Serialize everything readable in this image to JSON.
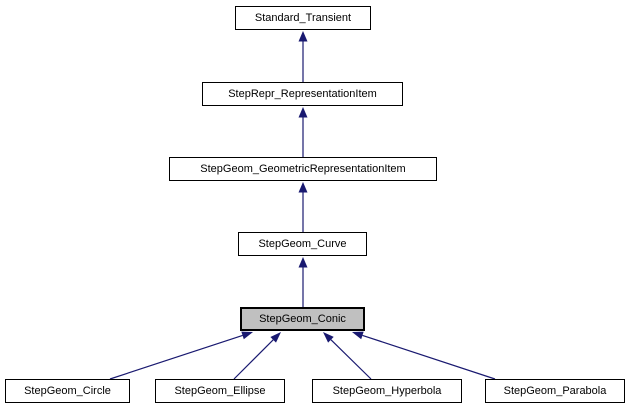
{
  "diagram": {
    "colors": {
      "background": "#ffffff",
      "edge": "#191970",
      "node_border": "#000000",
      "node_fill": "#ffffff",
      "highlight_fill": "#c0c0c0",
      "text": "#000000"
    },
    "nodes": {
      "standard_transient": {
        "label": "Standard_Transient",
        "highlighted": false
      },
      "steprepr_representationitem": {
        "label": "StepRepr_RepresentationItem",
        "highlighted": false
      },
      "stepgeom_geometricrepresentationitem": {
        "label": "StepGeom_GeometricRepresentationItem",
        "highlighted": false
      },
      "stepgeom_curve": {
        "label": "StepGeom_Curve",
        "highlighted": false
      },
      "stepgeom_conic": {
        "label": "StepGeom_Conic",
        "highlighted": true
      },
      "stepgeom_circle": {
        "label": "StepGeom_Circle",
        "highlighted": false
      },
      "stepgeom_ellipse": {
        "label": "StepGeom_Ellipse",
        "highlighted": false
      },
      "stepgeom_hyperbola": {
        "label": "StepGeom_Hyperbola",
        "highlighted": false
      },
      "stepgeom_parabola": {
        "label": "StepGeom_Parabola",
        "highlighted": false
      }
    },
    "edges": [
      {
        "from": "StepRepr_RepresentationItem",
        "to": "Standard_Transient"
      },
      {
        "from": "StepGeom_GeometricRepresentationItem",
        "to": "StepRepr_RepresentationItem"
      },
      {
        "from": "StepGeom_Curve",
        "to": "StepGeom_GeometricRepresentationItem"
      },
      {
        "from": "StepGeom_Conic",
        "to": "StepGeom_Curve"
      },
      {
        "from": "StepGeom_Circle",
        "to": "StepGeom_Conic"
      },
      {
        "from": "StepGeom_Ellipse",
        "to": "StepGeom_Conic"
      },
      {
        "from": "StepGeom_Hyperbola",
        "to": "StepGeom_Conic"
      },
      {
        "from": "StepGeom_Parabola",
        "to": "StepGeom_Conic"
      }
    ]
  }
}
